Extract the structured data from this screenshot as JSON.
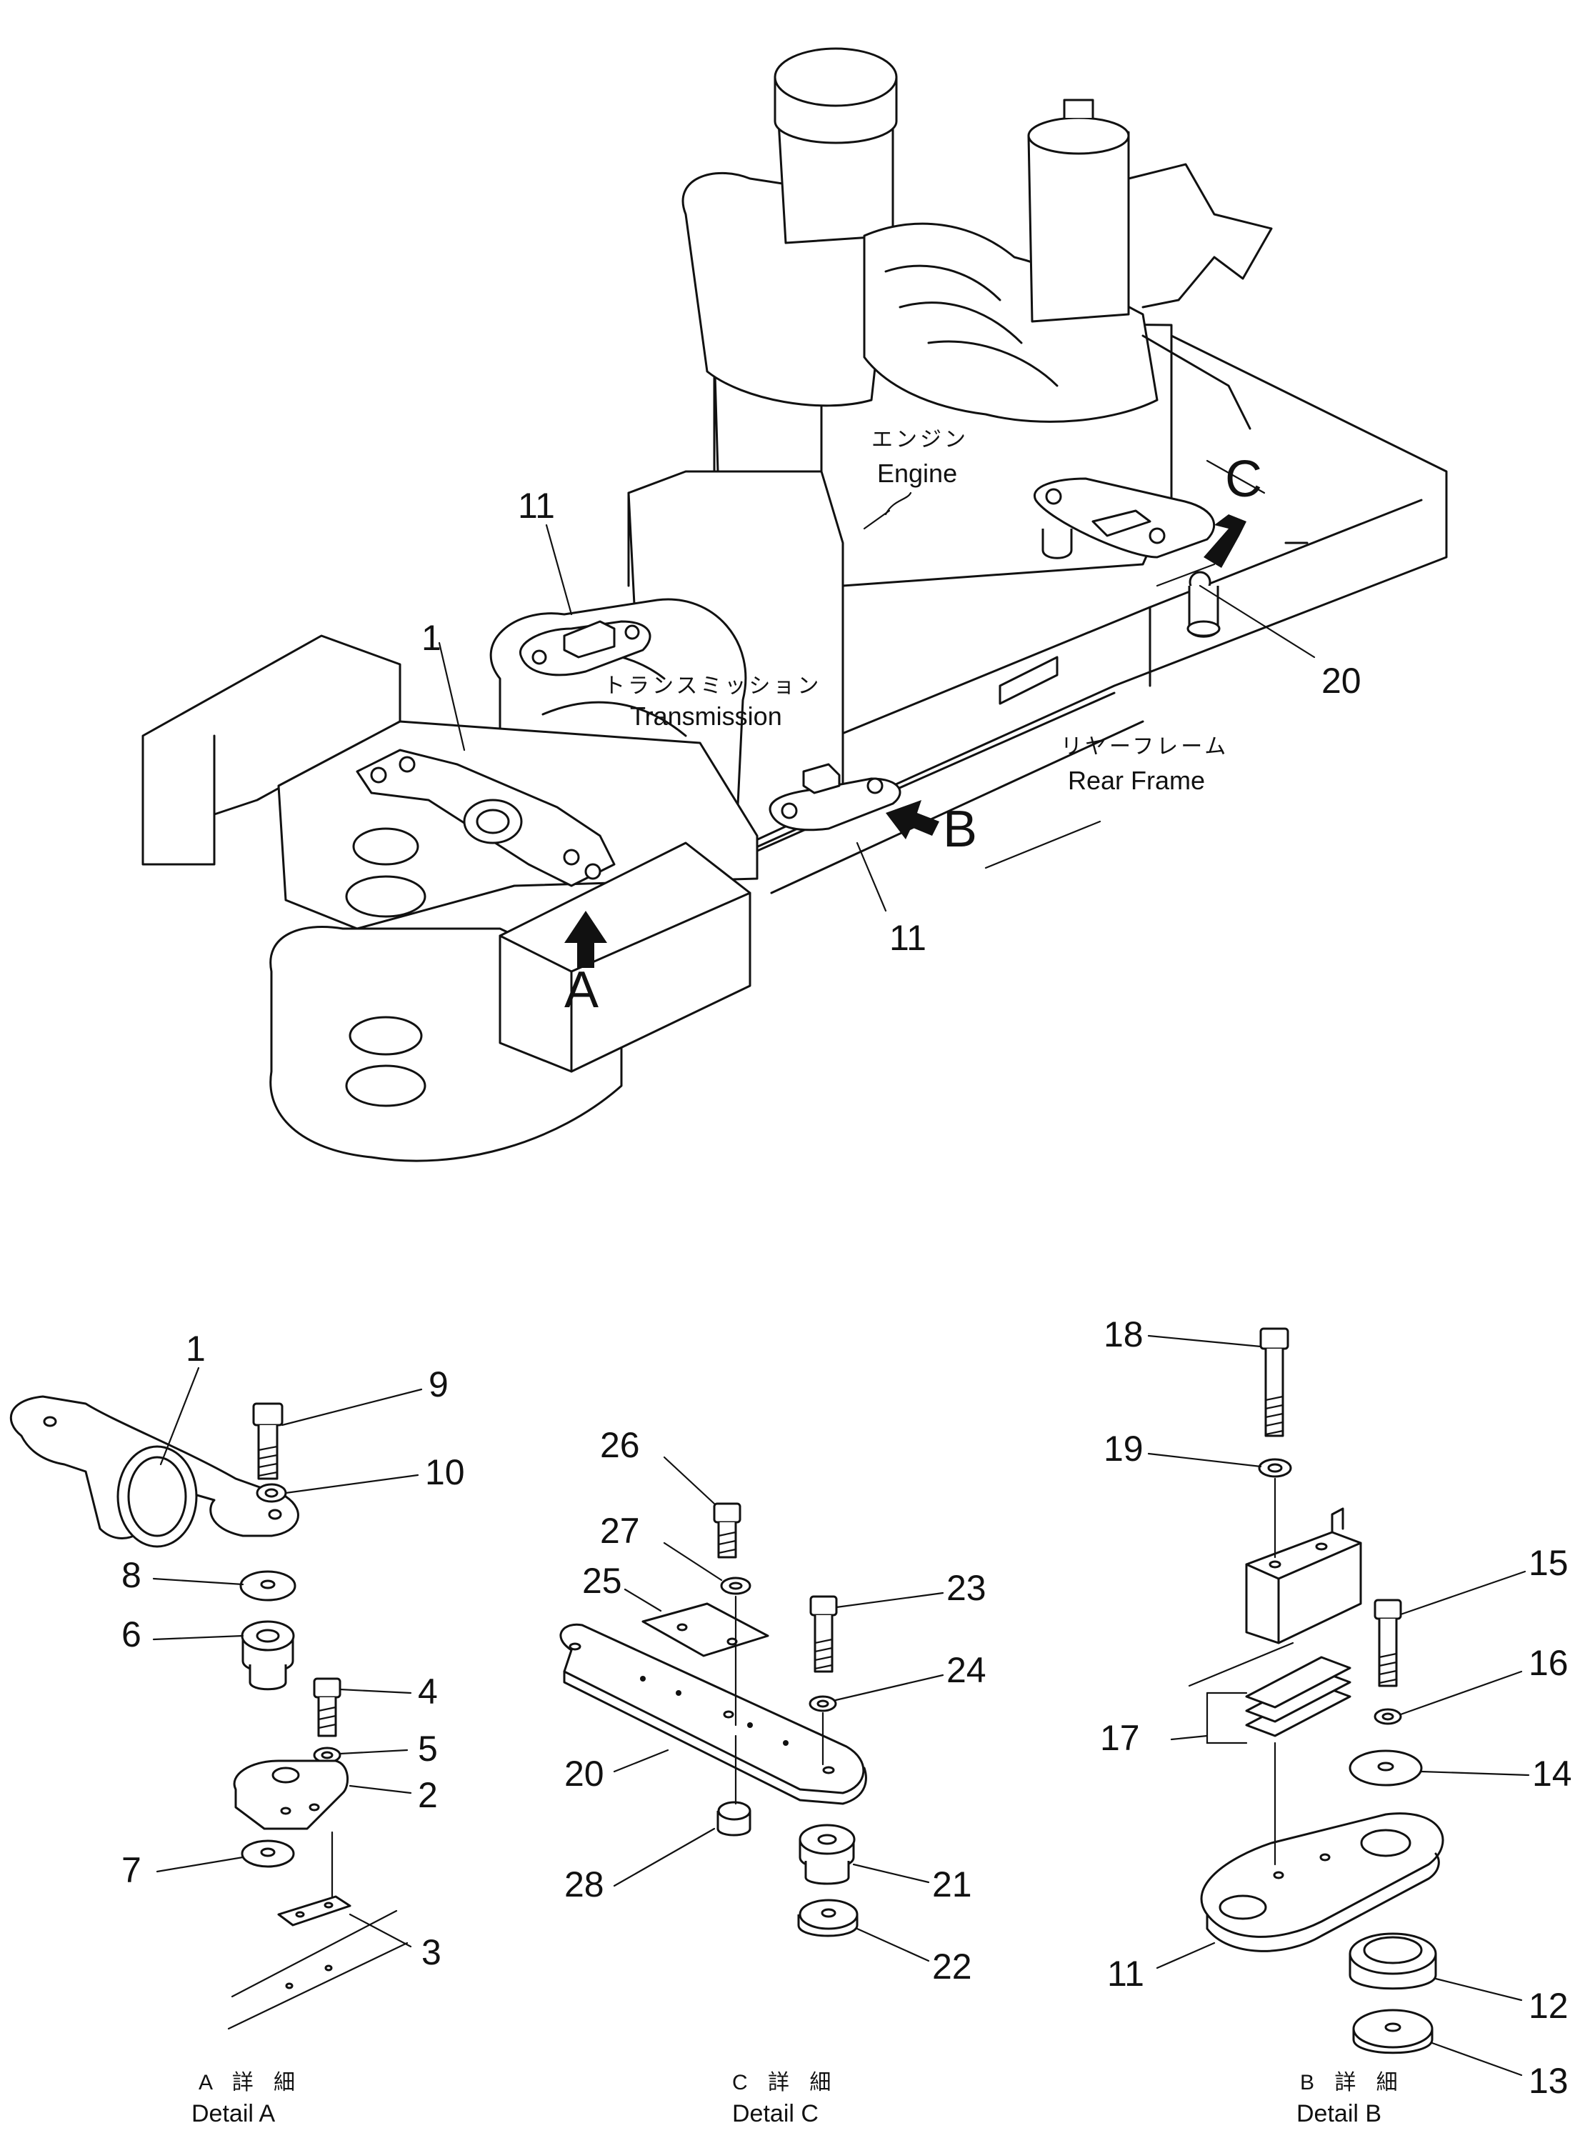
{
  "labels": {
    "engine_jp": "エンジン",
    "engine_en": "Engine",
    "transmission_jp": "トランスミッション",
    "transmission_en": "Transmission",
    "rear_frame_jp": "リヤーフレーム",
    "rear_frame_en": "Rear Frame"
  },
  "view_markers": {
    "a": "A",
    "b": "B",
    "c": "C"
  },
  "main_callouts": {
    "c11_top": "11",
    "c1": "1",
    "c11_bottom": "11",
    "c20": "20"
  },
  "detail_a": {
    "caption_jp": "A 詳 細",
    "caption_en": "Detail A",
    "parts": {
      "p1": "1",
      "p2": "2",
      "p3": "3",
      "p4": "4",
      "p5": "5",
      "p6": "6",
      "p7": "7",
      "p8": "8",
      "p9": "9",
      "p10": "10"
    }
  },
  "detail_c": {
    "caption_jp": "C 詳 細",
    "caption_en": "Detail C",
    "parts": {
      "p20": "20",
      "p21": "21",
      "p22": "22",
      "p23": "23",
      "p24": "24",
      "p25": "25",
      "p26": "26",
      "p27": "27",
      "p28": "28"
    }
  },
  "detail_b": {
    "caption_jp": "B 詳 細",
    "caption_en": "Detail B",
    "parts": {
      "p11": "11",
      "p12": "12",
      "p13": "13",
      "p14": "14",
      "p15": "15",
      "p16": "16",
      "p17": "17",
      "p18": "18",
      "p19": "19"
    }
  }
}
